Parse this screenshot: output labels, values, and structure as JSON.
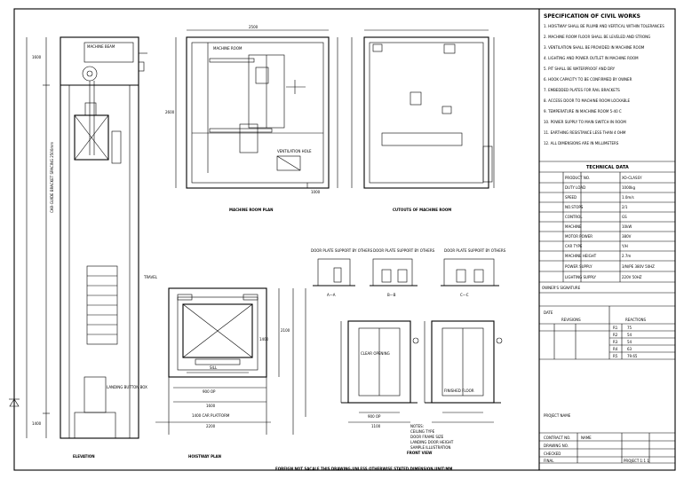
{
  "views": {
    "elevation_title": "ELEVATION",
    "machine_room_plan_title": "MACHINE ROOM PLAN",
    "cutouts_title": "CUTOUTS OF MACHINE ROOM",
    "hoistway_plan_title": "HOISTWAY PLAN",
    "front_view_title": "FRONT VIEW",
    "section_aa": "A—A",
    "section_bb": "B—B",
    "section_cc": "C—C"
  },
  "technical_data": {
    "title": "TECHNICAL DATA",
    "rows": [
      {
        "label": "PRODUCT NO.",
        "value": "XO-CLASSY"
      },
      {
        "label": "DUTY LOAD",
        "value": "1000kg"
      },
      {
        "label": "SPEED",
        "value": "1.0m/s"
      },
      {
        "label": "NO.STOPS",
        "value": "2/1"
      },
      {
        "label": "CONTROL",
        "value": "GS"
      },
      {
        "label": "MACHINE",
        "value": "10kW"
      },
      {
        "label": "MOTOR POWER",
        "value": "380V"
      },
      {
        "label": "CAR TYPE",
        "value": "Y/H"
      },
      {
        "label": "MACHINE HEIGHT",
        "value": "2.7m"
      },
      {
        "label": "POWER SUPPLY",
        "value": "3/N/PE 380V 50HZ"
      },
      {
        "label": "LIGHTING SUPPLY",
        "value": "220V 50HZ"
      }
    ],
    "owner_label": "OWNER'S SIGNATURE"
  },
  "revisions": {
    "date_label": "DATE",
    "revision_label": "REVISIONS",
    "reactions_label": "REACTIONS",
    "reactions": [
      {
        "key": "R1",
        "value": "75"
      },
      {
        "key": "R2",
        "value": "54"
      },
      {
        "key": "R3",
        "value": "54"
      },
      {
        "key": "R4",
        "value": "63"
      },
      {
        "key": "R5",
        "value": "79.65"
      }
    ]
  },
  "title_block": {
    "project_name_label": "PROJECT NAME",
    "contract_label": "CONTRACT NO.",
    "drawing_label": "DRAWING NO.",
    "checked_label": "CHECKED",
    "final_label": "FINAL",
    "name_label": "NAME",
    "scale_note": "PROJECT 1:1 1",
    "footer_note": "FOREIGN NOT SACALE THIS DRAWING,UNLESS OTHERWISE STATED,DIMENSION,UNIT:MM"
  },
  "elevation": {
    "car_gap_note": "CAR-GUIDE BRACKET SPACING 2500mm",
    "landing_label": "LANDING BUTTON BOX",
    "machine_label": "MACHINE BEAM",
    "dims_top": "1600",
    "dims_pit": "1400",
    "travel": "TRAVEL"
  },
  "machine_room": {
    "dim_top": "2500",
    "dim_side": "2600",
    "window_label": "VENTILATION HOLE",
    "door_label": "1000",
    "hook_label": "MACHINE ROOM"
  },
  "hoistway": {
    "dim_width": "2200",
    "dim_depth": "2100",
    "car_width": "1600",
    "car_depth": "1400",
    "door_open": "900 OP",
    "platform": "1400 CAR PLATFORM",
    "sill": "SILL"
  },
  "front": {
    "dim_door": "900 OP",
    "dim_frame": "1100",
    "label_a": "CLEAR OPENING",
    "label_b": "FINISHED FLOOR",
    "notes": [
      "NOTES:",
      "CEILING TYPE",
      "DOOR FRAME SIZE",
      "LANDING DOOR HEIGHT",
      "SAMPLE ILLUSTRATION"
    ]
  },
  "notes": {
    "title": "SPECIFICATION OF CIVIL WORKS",
    "lines": [
      "1. HOISTWAY SHALL BE PLUMB AND VERTICAL WITHIN TOLERANCES",
      "2. MACHINE ROOM FLOOR SHALL BE LEVELED AND STRONG",
      "3. VENTILATION SHALL BE PROVIDED IN MACHINE ROOM",
      "4. LIGHTING AND POWER OUTLET IN MACHINE ROOM",
      "5. PIT SHALL BE WATERPROOF AND DRY",
      "6. HOOK CAPACITY TO BE CONFIRMED BY OWNER",
      "7. EMBEDDED PLATES FOR RAIL BRACKETS",
      "8. ACCESS DOOR TO MACHINE ROOM LOCKABLE",
      "9. TEMPERATURE IN MACHINE ROOM 5-40 C",
      "10. POWER SUPPLY TO MAIN SWITCH IN ROOM",
      "11. EARTHING RESISTANCE LESS THAN 4 OHM",
      "12. ALL DIMENSIONS ARE IN MILLIMETERS"
    ]
  },
  "section_labels": {
    "a": "DOOR PLATE SUPPORT BY OTHERS",
    "b": "DOOR PLATE SUPPORT BY OTHERS",
    "c": "DOOR PLATE SUPPORT BY OTHERS"
  }
}
